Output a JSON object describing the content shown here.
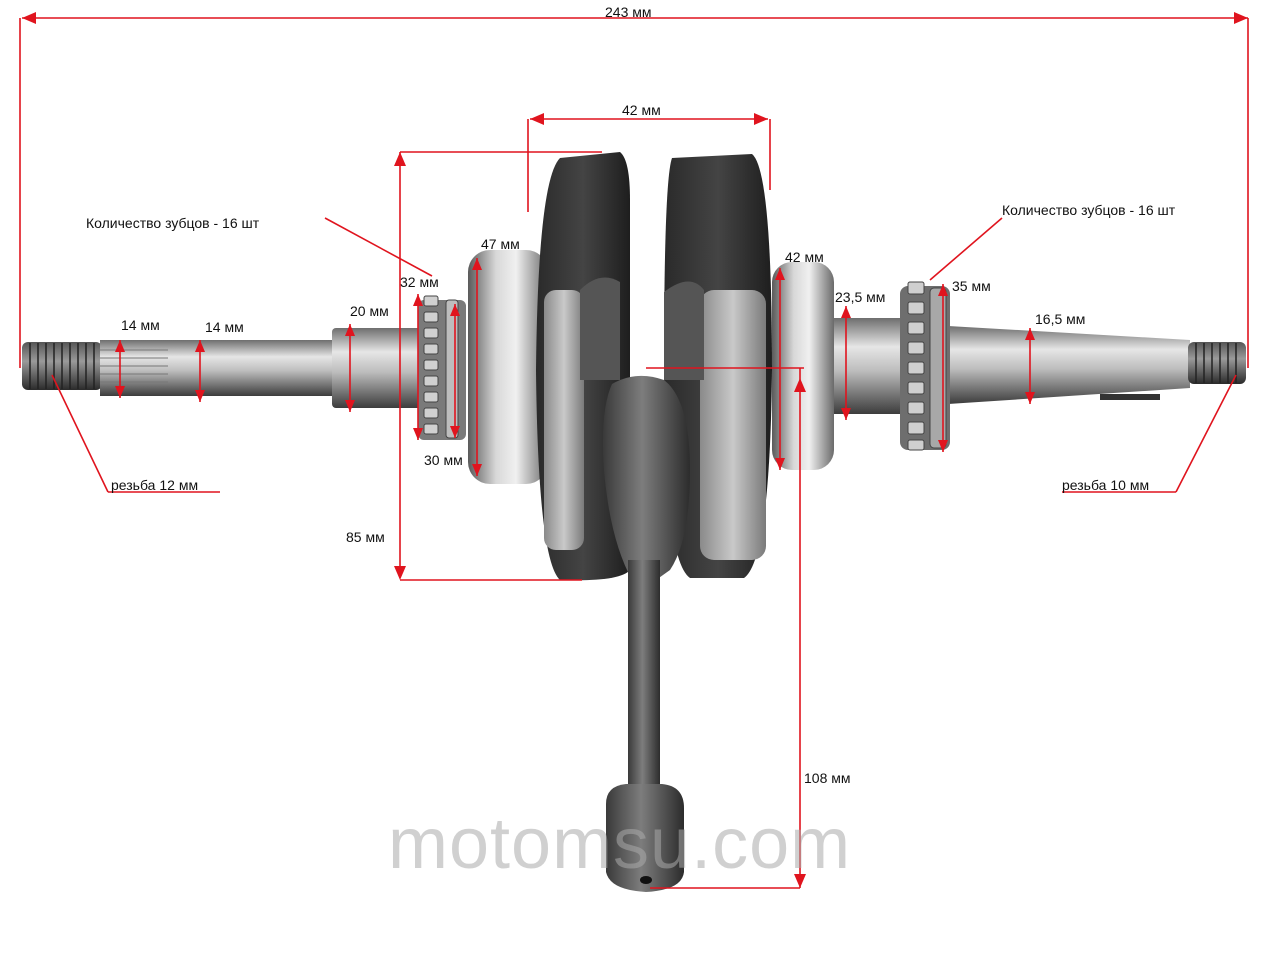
{
  "labels": {
    "total_length": "243 мм",
    "web_gap": "42 мм",
    "teeth_left": "Количество зубцов - 16 шт",
    "teeth_right": "Количество зубцов - 16 шт",
    "left_bearing": "47 мм",
    "right_bearing": "42 мм",
    "sprocket_left": "32 мм",
    "spline_1": "14 мм",
    "spline_2": "14 мм",
    "journal_left": "20 мм",
    "hub_left": "30 мм",
    "journal_right": "23,5 мм",
    "sprocket_right": "35 мм",
    "taper": "16,5 мм",
    "thread_left": "резьба 12 мм",
    "thread_right": "резьба 10 мм",
    "web_radius": "85 мм",
    "rod_length": "108 мм"
  },
  "watermark": "motomsu.com",
  "colors": {
    "dimension": "#e0141e",
    "metal_light": "#c9c9c9",
    "metal_dark": "#3a3a3a"
  }
}
